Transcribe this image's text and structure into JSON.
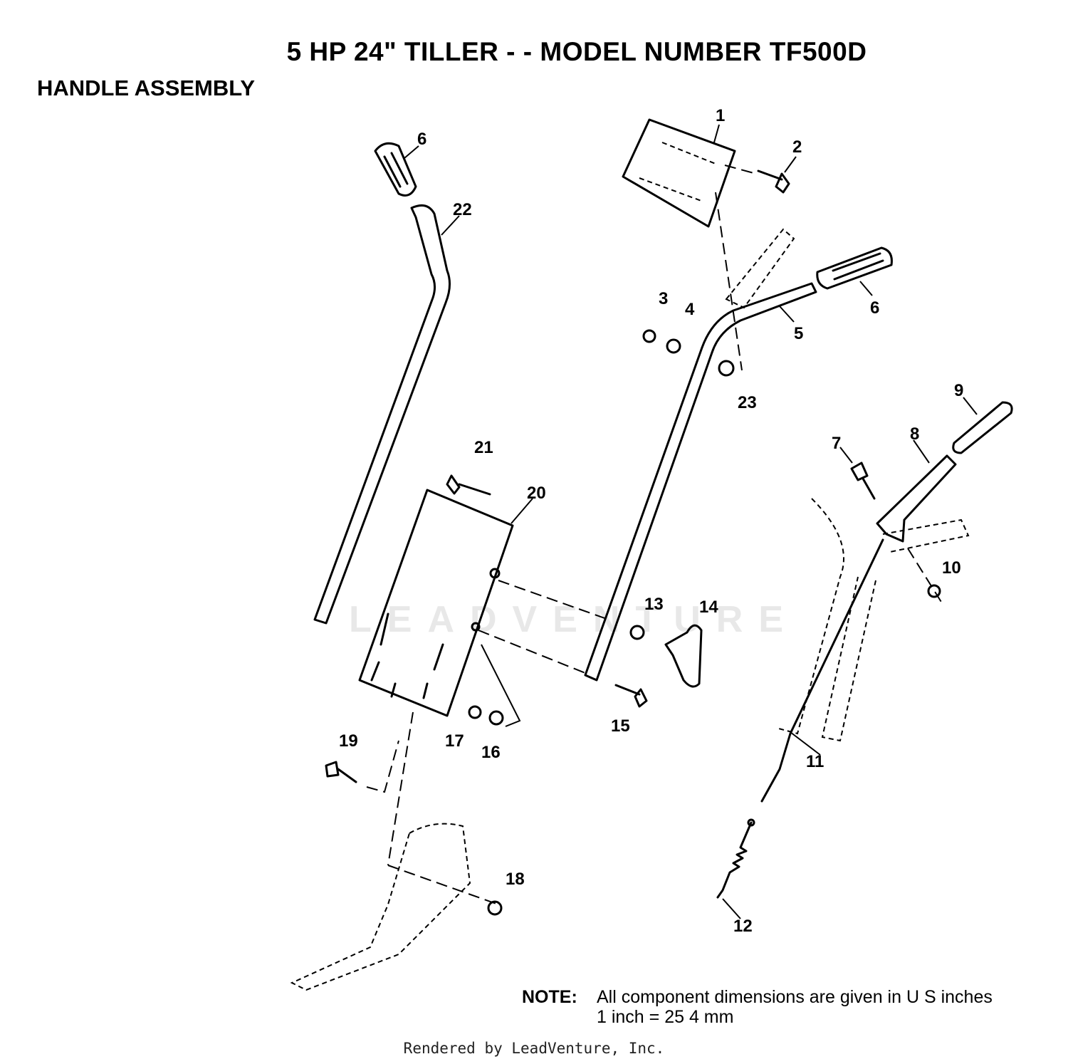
{
  "header": {
    "title": "5 HP 24\" TILLER - - MODEL NUMBER TF500D",
    "subtitle": "HANDLE ASSEMBLY"
  },
  "diagram": {
    "watermark_text": "LEADVENTURE",
    "callouts": {
      "c1": "1",
      "c2": "2",
      "c3": "3",
      "c4": "4",
      "c5": "5",
      "c6a": "6",
      "c6b": "6",
      "c7": "7",
      "c8": "8",
      "c9": "9",
      "c10": "10",
      "c11": "11",
      "c12": "12",
      "c13": "13",
      "c14": "14",
      "c15": "15",
      "c16": "16",
      "c17": "17",
      "c18": "18",
      "c19": "19",
      "c20": "20",
      "c21": "21",
      "c22": "22",
      "c23": "23"
    }
  },
  "note": {
    "label": "NOTE:",
    "line1": "All component dimensions are given in U S inches",
    "line2": "1 inch = 25 4 mm"
  },
  "footer": "Rendered by LeadVenture, Inc."
}
